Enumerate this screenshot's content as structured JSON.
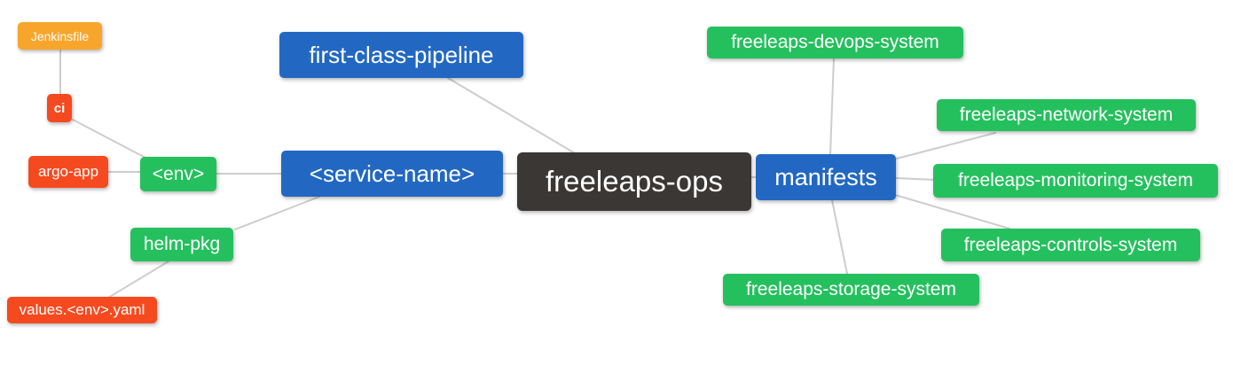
{
  "diagram": {
    "type": "mindmap",
    "background": "#ffffff",
    "edge_color": "#cdcdcd",
    "palette": {
      "root_dark": "#3b3734",
      "branch_blue": "#2268c3",
      "leaf_green": "#25c05e",
      "leaf_red": "#f54a1f",
      "leaf_amber": "#f8a62b",
      "text": "#ffffff"
    },
    "nodes": [
      {
        "id": "freeleaps-ops",
        "label": "freeleaps-ops",
        "color": "dark",
        "role": "root"
      },
      {
        "id": "first-class-pipeline",
        "label": "first-class-pipeline",
        "color": "blue",
        "role": "branch"
      },
      {
        "id": "service-name",
        "label": "<service-name>",
        "color": "blue",
        "role": "branch"
      },
      {
        "id": "manifests",
        "label": "manifests",
        "color": "blue",
        "role": "branch"
      },
      {
        "id": "env",
        "label": "<env>",
        "color": "green",
        "role": "leaf"
      },
      {
        "id": "helm-pkg",
        "label": "helm-pkg",
        "color": "green",
        "role": "leaf"
      },
      {
        "id": "ci",
        "label": "ci",
        "color": "red",
        "role": "leaf"
      },
      {
        "id": "argo-app",
        "label": "argo-app",
        "color": "red",
        "role": "leaf"
      },
      {
        "id": "jenkinsfile",
        "label": "Jenkinsfile",
        "color": "amber",
        "role": "leaf"
      },
      {
        "id": "values-env-yaml",
        "label": "values.<env>.yaml",
        "color": "red",
        "role": "leaf"
      },
      {
        "id": "devops-system",
        "label": "freeleaps-devops-system",
        "color": "green",
        "role": "leaf"
      },
      {
        "id": "network-system",
        "label": "freeleaps-network-system",
        "color": "green",
        "role": "leaf"
      },
      {
        "id": "monitoring-system",
        "label": "freeleaps-monitoring-system",
        "color": "green",
        "role": "leaf"
      },
      {
        "id": "controls-system",
        "label": "freeleaps-controls-system",
        "color": "green",
        "role": "leaf"
      },
      {
        "id": "storage-system",
        "label": "freeleaps-storage-system",
        "color": "green",
        "role": "leaf"
      }
    ],
    "edges": [
      {
        "from": "jenkinsfile",
        "to": "ci"
      },
      {
        "from": "ci",
        "to": "env"
      },
      {
        "from": "argo-app",
        "to": "env"
      },
      {
        "from": "env",
        "to": "service-name"
      },
      {
        "from": "service-name",
        "to": "helm-pkg"
      },
      {
        "from": "helm-pkg",
        "to": "values-env-yaml"
      },
      {
        "from": "first-class-pipeline",
        "to": "freeleaps-ops"
      },
      {
        "from": "service-name",
        "to": "freeleaps-ops"
      },
      {
        "from": "freeleaps-ops",
        "to": "manifests"
      },
      {
        "from": "manifests",
        "to": "devops-system"
      },
      {
        "from": "manifests",
        "to": "network-system"
      },
      {
        "from": "manifests",
        "to": "monitoring-system"
      },
      {
        "from": "manifests",
        "to": "controls-system"
      },
      {
        "from": "manifests",
        "to": "storage-system"
      }
    ]
  }
}
